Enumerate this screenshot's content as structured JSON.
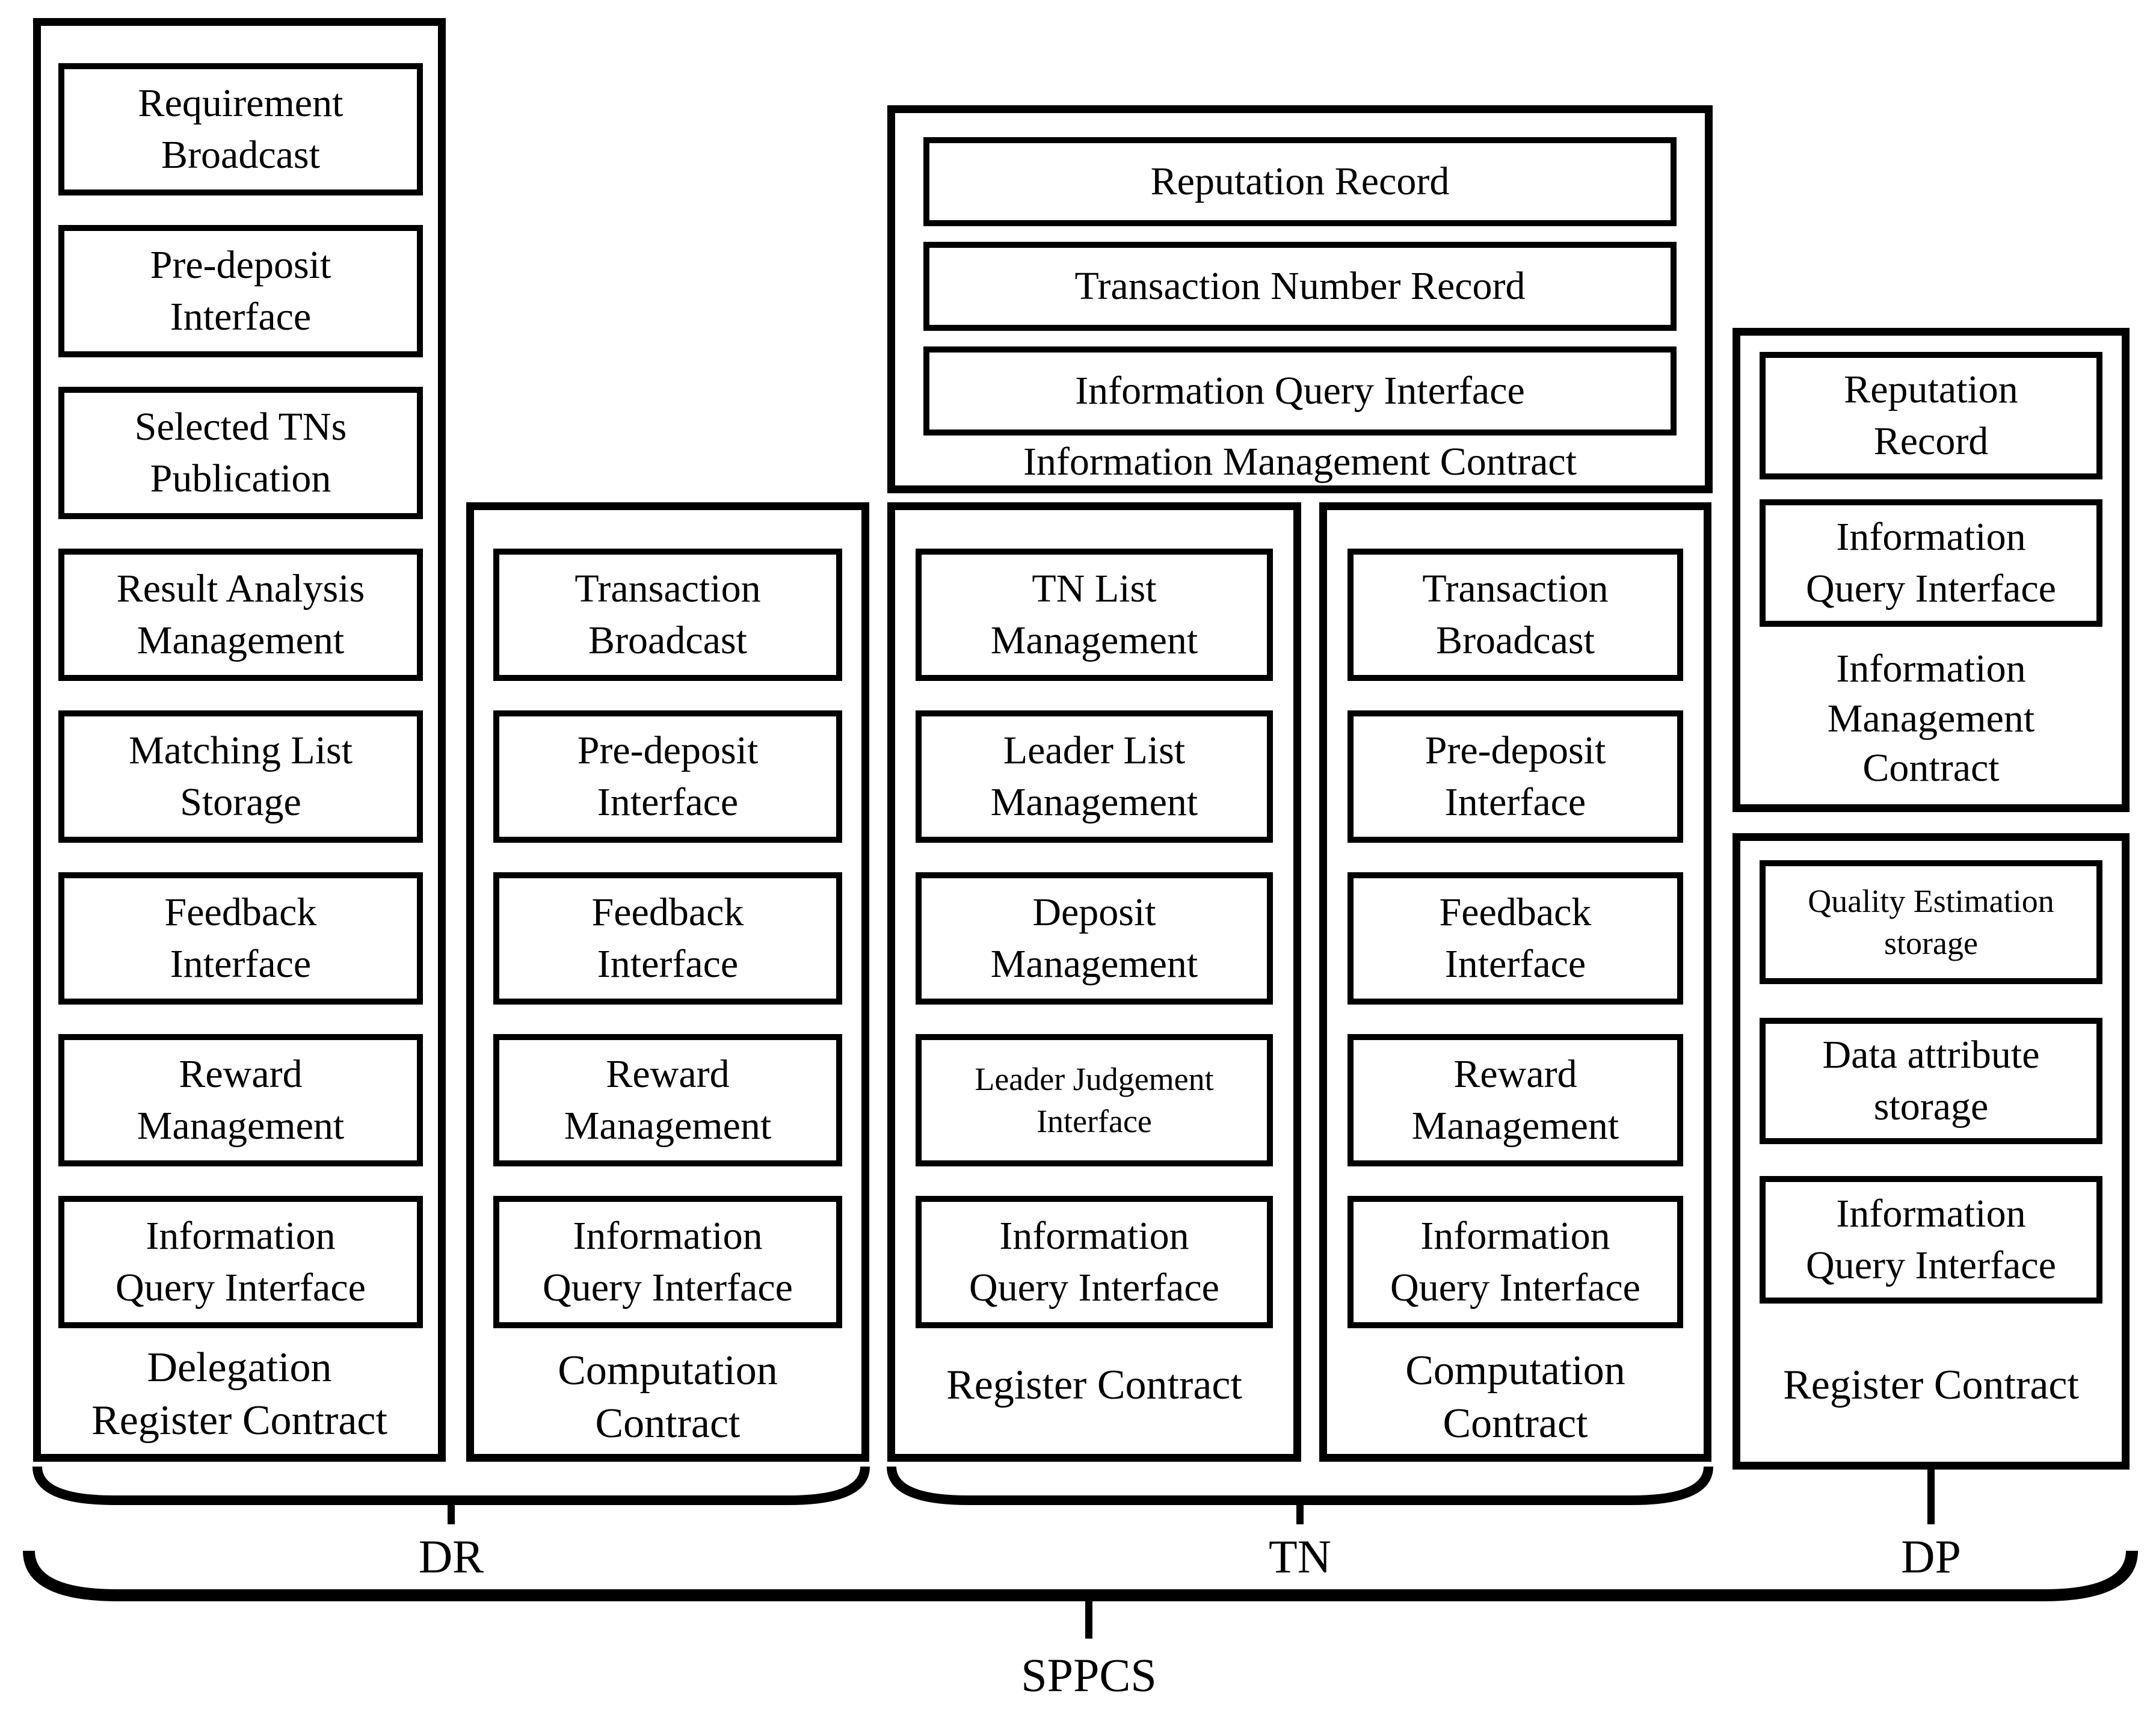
{
  "colors": {
    "ink": "#000000",
    "paper": "#ffffff"
  },
  "panels": {
    "dr_delegation": {
      "label": "Delegation\nRegister Contract",
      "boxes": [
        "Requirement\nBroadcast",
        "Pre-deposit\nInterface",
        "Selected TNs\nPublication",
        "Result Analysis\nManagement",
        "Matching List\nStorage",
        "Feedback\nInterface",
        "Reward\nManagement",
        "Information\nQuery Interface"
      ]
    },
    "dr_computation": {
      "label": "Computation\nContract",
      "boxes": [
        "Transaction\nBroadcast",
        "Pre-deposit\nInterface",
        "Feedback\nInterface",
        "Reward\nManagement",
        "Information\nQuery Interface"
      ]
    },
    "tn_info_mgmt": {
      "label": "Information Management Contract",
      "boxes": [
        "Reputation Record",
        "Transaction Number Record",
        "Information Query Interface"
      ]
    },
    "tn_register": {
      "label": "Register Contract",
      "boxes": [
        "TN List\nManagement",
        "Leader List\nManagement",
        "Deposit\nManagement",
        "Leader Judgement\nInterface",
        "Information\nQuery Interface"
      ]
    },
    "tn_computation": {
      "label": "Computation\nContract",
      "boxes": [
        "Transaction\nBroadcast",
        "Pre-deposit\nInterface",
        "Feedback\nInterface",
        "Reward\nManagement",
        "Information\nQuery Interface"
      ]
    },
    "dp_info_mgmt": {
      "label": "Information\nManagement\nContract",
      "boxes": [
        "Reputation\nRecord",
        "Information\nQuery Interface"
      ]
    },
    "dp_register": {
      "label": "Register Contract",
      "boxes": [
        "Quality Estimation\nstorage",
        "Data attribute\nstorage",
        "Information\nQuery Interface"
      ]
    }
  },
  "groups": {
    "dr": "DR",
    "tn": "TN",
    "dp": "DP",
    "system": "SPPCS"
  }
}
